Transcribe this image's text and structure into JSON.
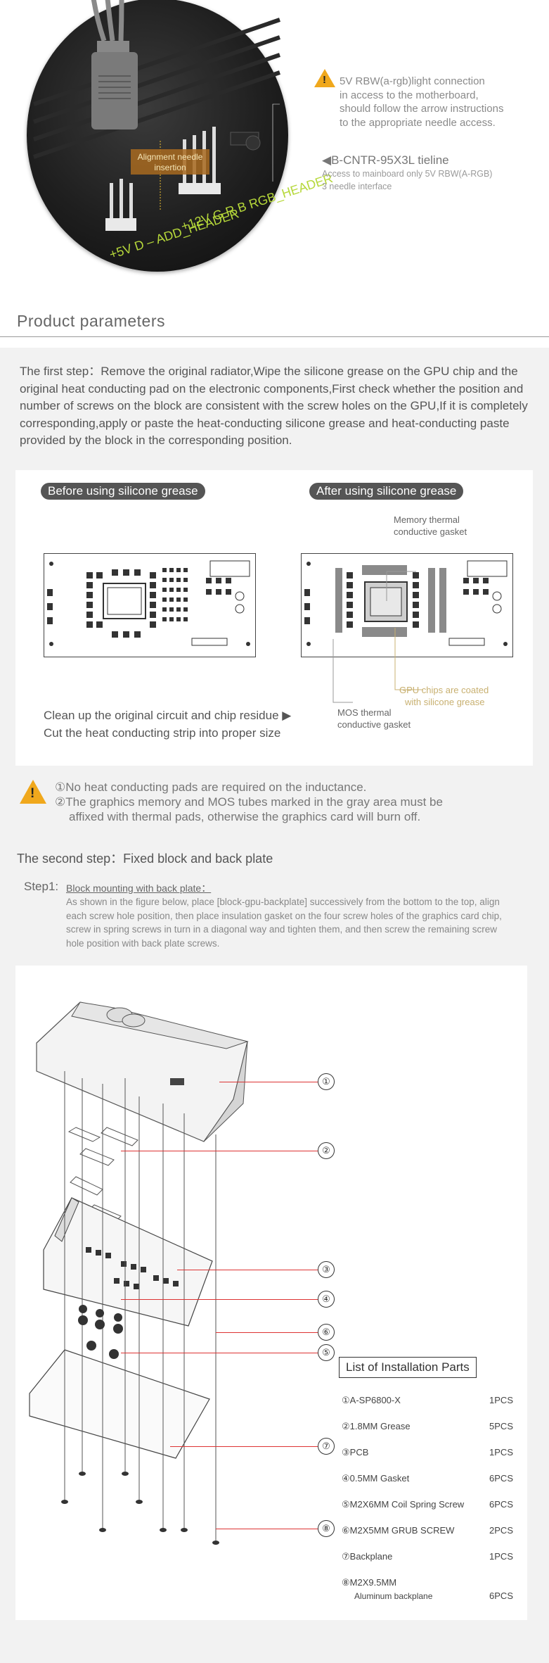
{
  "connector": {
    "warning_lines": [
      "5V RBW(a-rgb)light connection",
      "in access to the motherboard,",
      "should follow the arrow instructions",
      "to the appropriate needle access."
    ],
    "tieline_title": "B-CNTR-95X3L tieline",
    "tieline_sub1": "Access to mainboard only 5V RBW(A-RGB)",
    "tieline_sub2": "3 needle interface",
    "align_label1": "Alignment needle",
    "align_label2": "insertion",
    "header_left": "+5V D – ADD_HEADER",
    "header_right": "+12V G R B RGB_HEADER"
  },
  "section_title": "Product parameters",
  "step1_text": "The first step：Remove the original radiator,Wipe the silicone grease on the GPU chip and the original heat conducting pad on the electronic components,First check whether the position and number of screws on the block are consistent with the screw holes on the GPU,If it is completely corresponding,apply or paste the heat-conducting silicone grease and heat-conducting paste provided by the block in the corresponding position.",
  "card1": {
    "before_label": "Before using silicone grease",
    "after_label": "After using silicone grease",
    "memory_note1": "Memory thermal",
    "memory_note2": "conductive gasket",
    "gpu_note1": "GPU chips are coated",
    "gpu_note2": "with silicone grease",
    "mos_note1": "MOS thermal",
    "mos_note2": "conductive gasket",
    "clean_line1": "Clean up the original circuit and chip residue",
    "clean_line2": "Cut the heat conducting strip into proper size"
  },
  "warning2": {
    "line1": "①No heat conducting pads are required on the inductance.",
    "line2": "②The graphics memory and MOS tubes marked in the gray area must be",
    "line3": "affixed with thermal pads, otherwise the graphics card will burn off."
  },
  "step2_title": "The second step：Fixed block and back plate",
  "step1b": {
    "label": "Step1:",
    "link": "Block mounting with back plate：",
    "body": "As shown in the figure below, place [block-gpu-backplate] successively from the bottom to the top, align each screw hole position, then place insulation gasket on the four screw holes of the graphics card chip, screw in spring screws in turn in a diagonal way and tighten them, and then screw the remaining screw hole position with back plate screws."
  },
  "callouts": [
    "①",
    "②",
    "③",
    "④",
    "⑤",
    "⑥",
    "⑦",
    "⑧"
  ],
  "parts": {
    "title": "List of Installation Parts",
    "items": [
      {
        "name": "①A-SP6800-X",
        "qty": "1PCS"
      },
      {
        "name": "②1.8MM   Grease",
        "qty": "5PCS"
      },
      {
        "name": "③PCB",
        "qty": "1PCS"
      },
      {
        "name": "④0.5MM Gasket",
        "qty": "6PCS"
      },
      {
        "name": "⑤M2X6MM Coil Spring Screw",
        "qty": "6PCS"
      },
      {
        "name": "⑥M2X5MM GRUB SCREW",
        "qty": "2PCS"
      },
      {
        "name": "⑦Backplane",
        "qty": "1PCS"
      },
      {
        "name": "⑧M2X9.5MM",
        "qty": ""
      }
    ],
    "last_sub": "Aluminum backplane",
    "last_qty": "6PCS"
  },
  "colors": {
    "accent_warning": "#f0a81c",
    "callout_line": "#dd3333",
    "gold_note": "#c8b070"
  }
}
